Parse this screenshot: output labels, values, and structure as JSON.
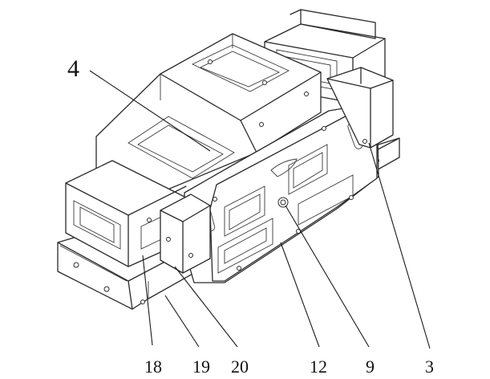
{
  "labels": {
    "l4": "4",
    "l18": "18",
    "l19": "19",
    "l20": "20",
    "l12": "12",
    "l9": "9",
    "l3": "3"
  }
}
